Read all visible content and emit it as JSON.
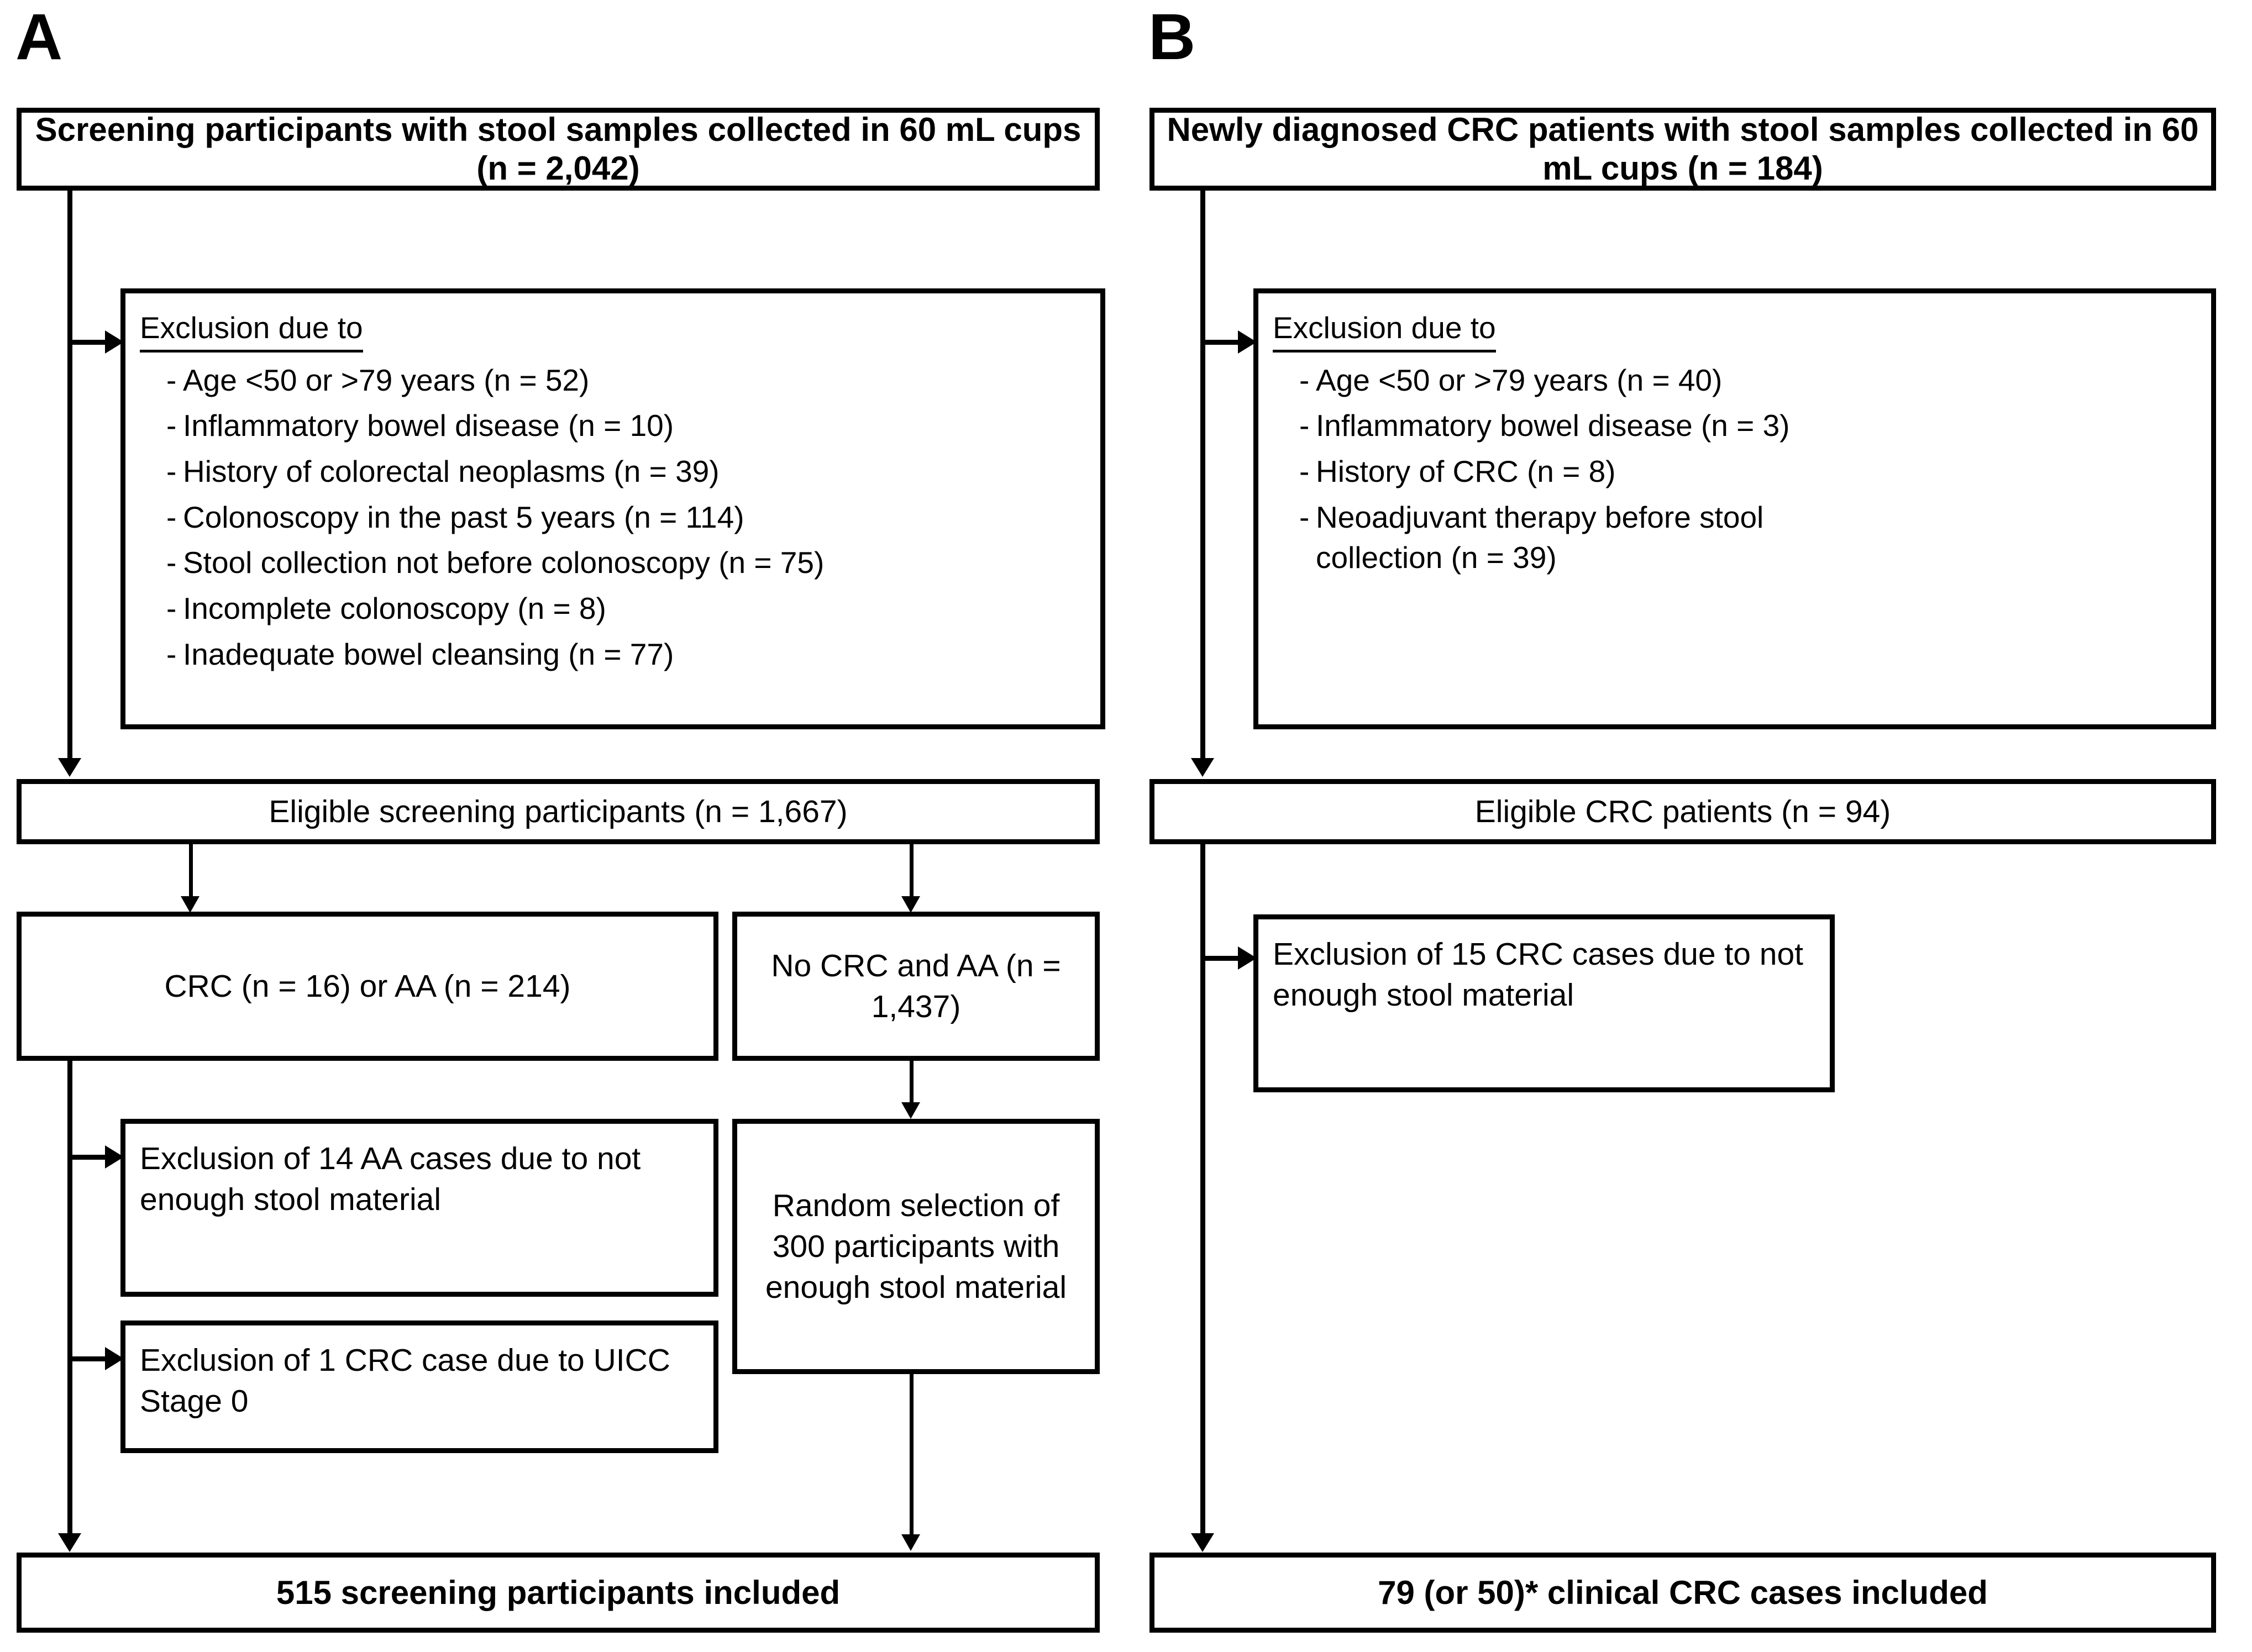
{
  "panels": {
    "a": {
      "letter": "A",
      "top_box": "Screening participants with stool samples collected in 60 mL cups (n = 2,042)",
      "exclusion": {
        "title": "Exclusion due to",
        "items": [
          "Age <50 or >79 years (n = 52)",
          "Inflammatory bowel disease (n = 10)",
          "History of colorectal neoplasms (n = 39)",
          "Colonoscopy in the past 5 years (n = 114)",
          "Stool collection not before colonoscopy (n = 75)",
          "Incomplete colonoscopy (n = 8)",
          "Inadequate bowel cleansing (n = 77)"
        ]
      },
      "eligible_box": "Eligible screening participants (n = 1,667)",
      "crc_aa_box": "CRC (n = 16) or AA (n = 214)",
      "no_crc_aa_box": "No CRC and AA (n = 1,437)",
      "excl_aa_box": "Exclusion of 14 AA cases due to not enough stool material",
      "excl_crc_box": "Exclusion of 1 CRC case due to UICC Stage 0",
      "random_box": "Random selection of 300 participants with enough stool material",
      "final_box": "515 screening participants included"
    },
    "b": {
      "letter": "B",
      "top_box": "Newly diagnosed CRC patients with stool samples collected in 60 mL cups (n = 184)",
      "exclusion": {
        "title": "Exclusion due to",
        "items": [
          "Age <50 or >79 years (n = 40)",
          "Inflammatory bowel disease (n = 3)",
          "History of CRC (n = 8)",
          "Neoadjuvant therapy before stool collection (n = 39)"
        ]
      },
      "eligible_box": "Eligible CRC patients (n = 94)",
      "excl_crc_box": "Exclusion of 15 CRC cases due to not enough stool material",
      "final_box": "79 (or 50)* clinical CRC cases included"
    }
  },
  "colors": {
    "line": "#000000",
    "background": "#ffffff",
    "text": "#000000"
  }
}
